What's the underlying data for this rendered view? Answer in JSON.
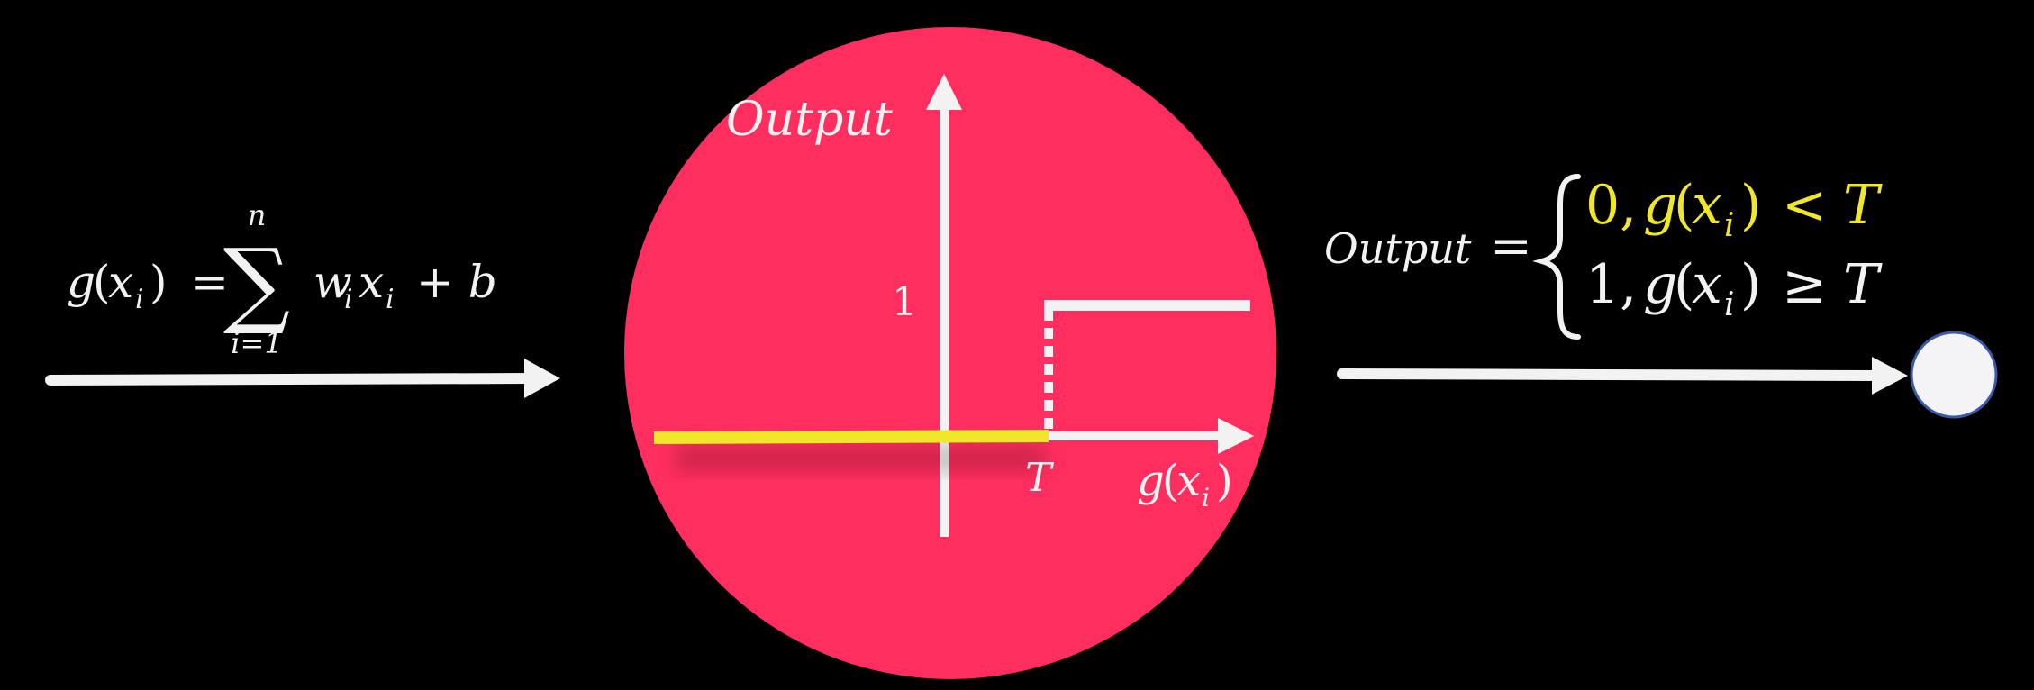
{
  "colors": {
    "background": "#000000",
    "circle": "#ff2e5e",
    "foreground": "#f2f2f2",
    "highlight": "#f0e62a",
    "node_border": "#3a5aa8",
    "node_fill": "#f4f4f6"
  },
  "formula": {
    "lhs_g": "g",
    "lhs_x": "x",
    "lhs_sub": "i",
    "equals": "=",
    "sigma": "∑",
    "sigma_upper": "n",
    "sigma_lower": "i=1",
    "w": "w",
    "w_sub": "i",
    "x": "x",
    "x_sub": "i",
    "plus_b": "+ b"
  },
  "graph": {
    "y_label": "Output",
    "y_tick": "1",
    "threshold_label": "T",
    "x_label_g": "g",
    "x_label_x": "x",
    "x_label_sub": "i"
  },
  "output_rule": {
    "lhs": "Output",
    "equals": "=",
    "case0_value": "0,",
    "case0_g": "g",
    "case0_x": "x",
    "case0_sub": "i",
    "case0_op": "<",
    "case0_T": "T",
    "case1_value": "1,",
    "case1_g": "g",
    "case1_x": "x",
    "case1_sub": "i",
    "case1_op": "≥",
    "case1_T": "T"
  }
}
